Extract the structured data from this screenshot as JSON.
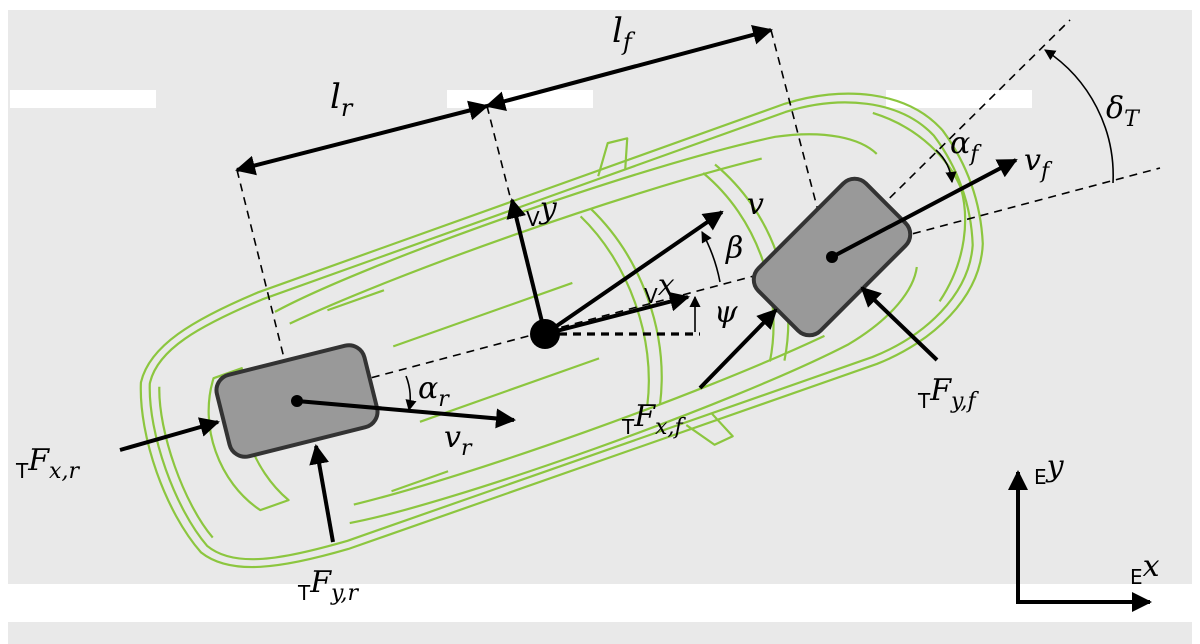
{
  "colors": {
    "road": "#e9e9e9",
    "lane_marking": "#ffffff",
    "car_outline": "#8cc63f",
    "tire_fill": "#999999",
    "tire_stroke": "#333333",
    "ink": "#000000"
  },
  "labels": {
    "lf": {
      "main": "l",
      "sub": "f"
    },
    "lr": {
      "main": "l",
      "sub": "r"
    },
    "delta": {
      "main": "δ",
      "sub": "T"
    },
    "alpha_f": {
      "main": "α",
      "sub": "f"
    },
    "alpha_r": {
      "main": "α",
      "sub": "r"
    },
    "v_f": {
      "main": "v",
      "sub": "f"
    },
    "v_r": {
      "main": "v",
      "sub": "r"
    },
    "v": {
      "main": "v"
    },
    "beta": {
      "main": "β"
    },
    "psi": {
      "main": "ψ"
    },
    "vy": {
      "pre": "V",
      "main": "y"
    },
    "vx": {
      "pre": "V",
      "main": "x"
    },
    "fxr": {
      "pre": "T",
      "main": "F",
      "sub": "x,r"
    },
    "fyr": {
      "pre": "T",
      "main": "F",
      "sub": "y,r"
    },
    "fxf": {
      "pre": "T",
      "main": "F",
      "sub": "x,f"
    },
    "fyf": {
      "pre": "T",
      "main": "F",
      "sub": "y,f"
    },
    "ey": {
      "pre": "E",
      "main": "y"
    },
    "ex": {
      "pre": "E",
      "main": "x"
    }
  }
}
